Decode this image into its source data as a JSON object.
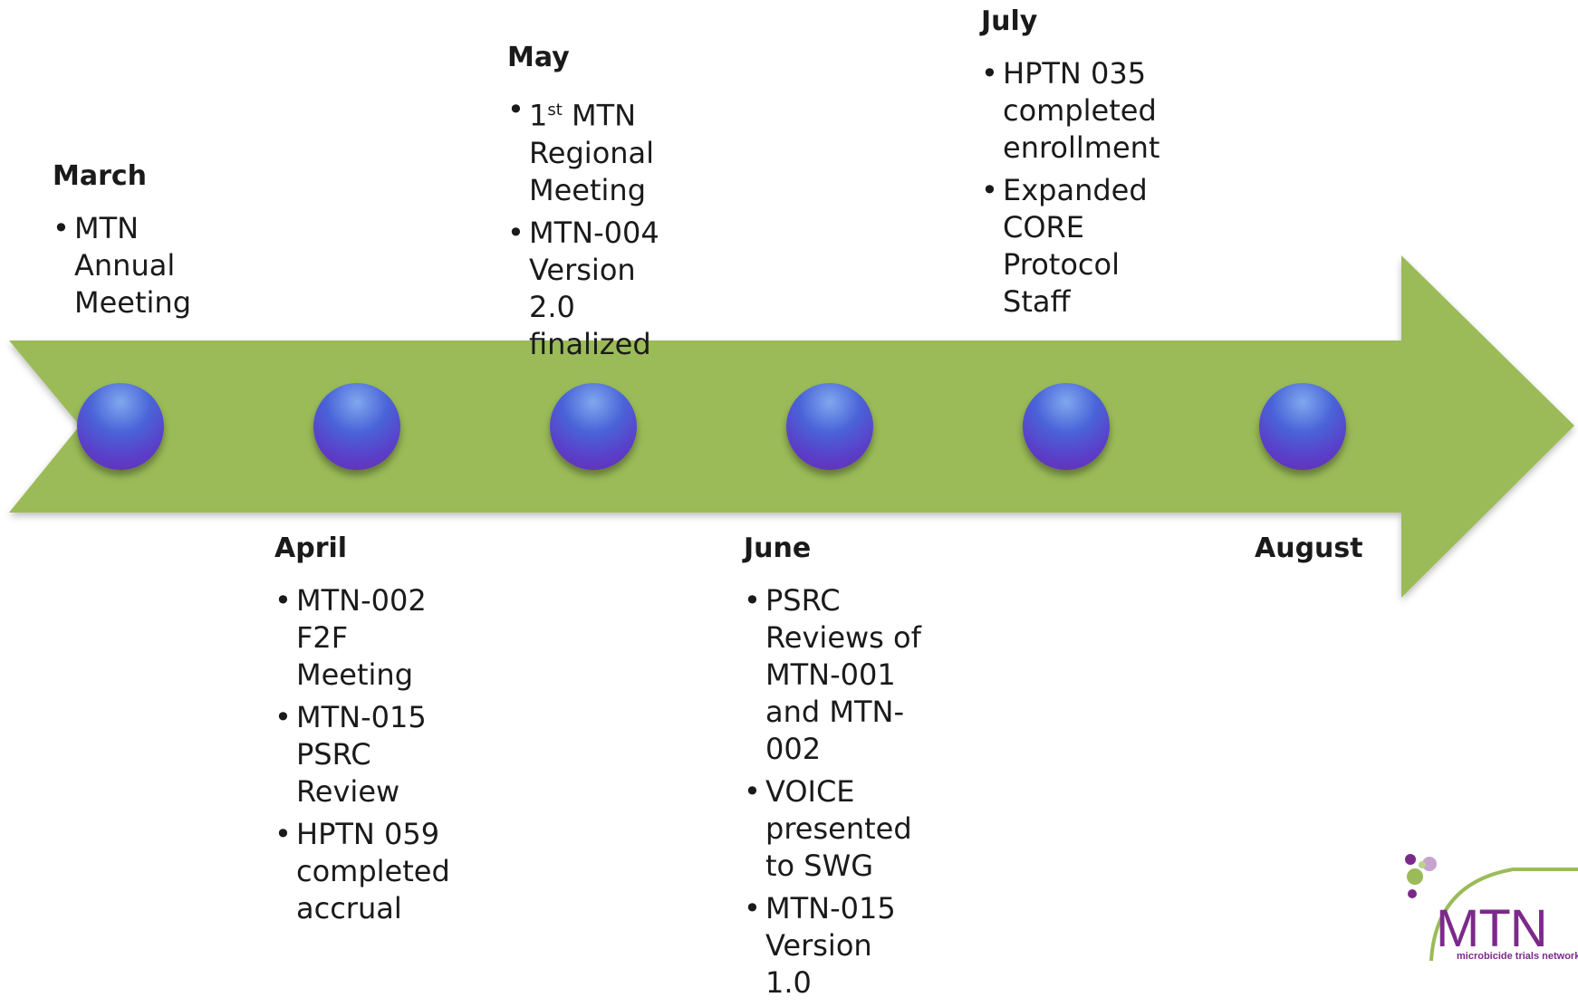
{
  "timeline": {
    "milestones": [
      {
        "label": "March",
        "items": [
          "MTN Annual Meeting"
        ]
      },
      {
        "label": "April",
        "items": [
          "MTN-002 F2F Meeting",
          "MTN-015 PSRC Review",
          "HPTN 059 completed accrual"
        ]
      },
      {
        "label": "May",
        "items": [
          "1st MTN Regional Meeting",
          "MTN-004 Version 2.0 finalized"
        ]
      },
      {
        "label": "June",
        "items": [
          "PSRC Reviews of MTN-001 and MTN-002",
          "VOICE presented to SWG",
          "MTN-015 Version 1.0"
        ]
      },
      {
        "label": "July",
        "items": [
          "HPTN 035 completed enrollment",
          "Expanded CORE Protocol Staff"
        ]
      },
      {
        "label": "August",
        "items": []
      }
    ],
    "colors": {
      "arrow": "#9bbb59",
      "node": "#5a3fc8"
    }
  },
  "logo": {
    "text": "MTN",
    "subtitle": "microbicide trials network"
  }
}
